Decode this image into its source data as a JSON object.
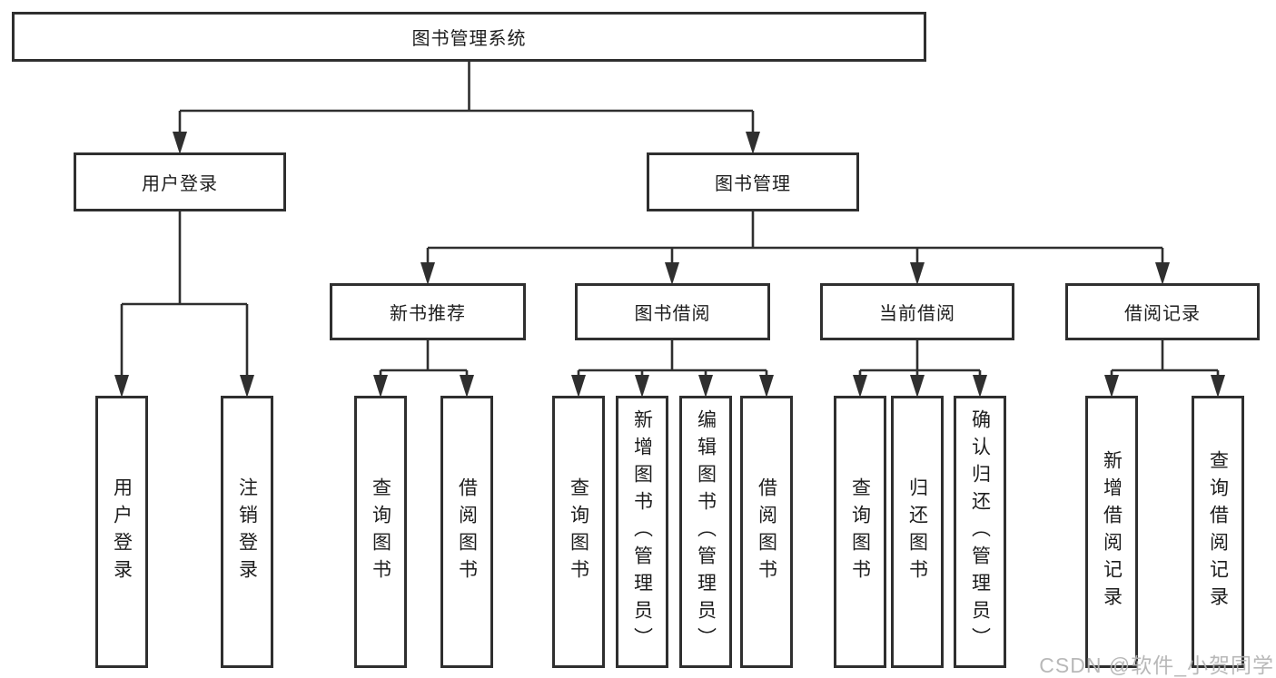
{
  "colors": {
    "line": "#2f2f2f",
    "text": "#1d1d1d",
    "watermark": "#b3b3b3",
    "background": "#ffffff"
  },
  "root": {
    "label": "图书管理系统"
  },
  "branches": [
    {
      "label": "用户登录"
    },
    {
      "label": "图书管理"
    }
  ],
  "modules": [
    {
      "label": "新书推荐"
    },
    {
      "label": "图书借阅"
    },
    {
      "label": "当前借阅"
    },
    {
      "label": "借阅记录"
    }
  ],
  "functions": [
    {
      "label": "用户登录"
    },
    {
      "label": "注销登录"
    },
    {
      "label": "查询图书"
    },
    {
      "label": "借阅图书"
    },
    {
      "label": "查询图书"
    },
    {
      "label": "新增图书（管理员）"
    },
    {
      "label": "编辑图书（管理员）"
    },
    {
      "label": "借阅图书"
    },
    {
      "label": "查询图书"
    },
    {
      "label": "归还图书"
    },
    {
      "label": "确认归还（管理员）"
    },
    {
      "label": "新增借阅记录"
    },
    {
      "label": "查询借阅记录"
    }
  ],
  "watermark": {
    "text": "CSDN @软件_小贺同学"
  }
}
